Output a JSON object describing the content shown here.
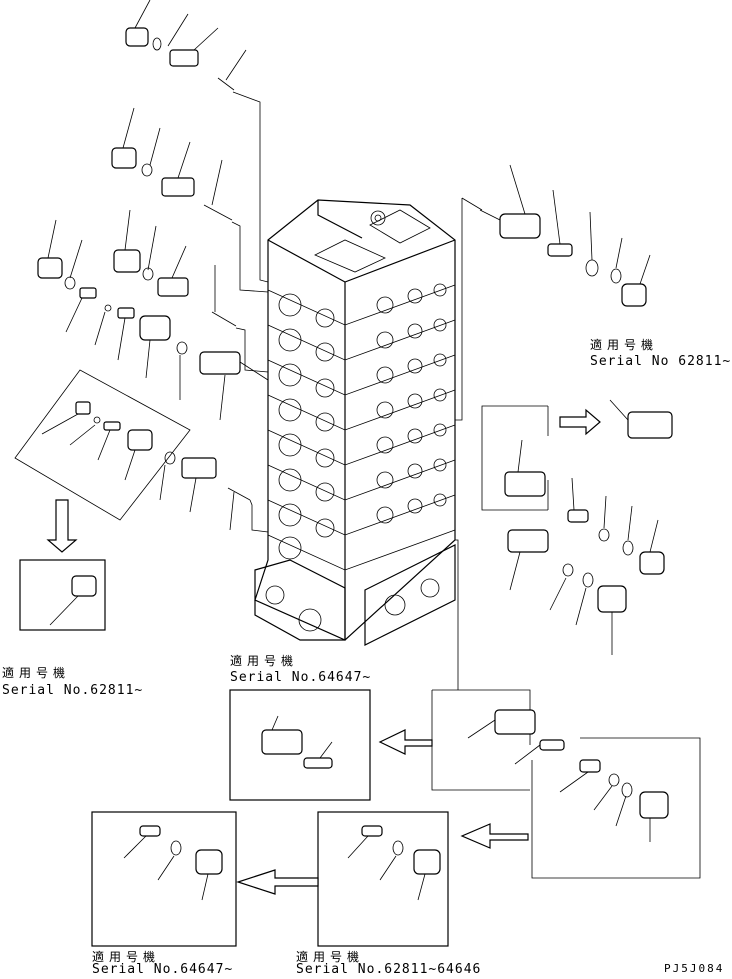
{
  "labels": {
    "tr_jp": "適用号機",
    "tr_serial": "Serial No 62811~",
    "left_jp": "適用号機",
    "left_serial": "Serial No.62811~",
    "mid_jp": "適用号機",
    "mid_serial": "Serial No.64647~",
    "bl_jp": "適用号機",
    "bl_serial": "Serial No.64647~",
    "bm_jp": "適用号機",
    "bm_serial": "Serial No.62811~64646",
    "code": "PJ5J084"
  }
}
